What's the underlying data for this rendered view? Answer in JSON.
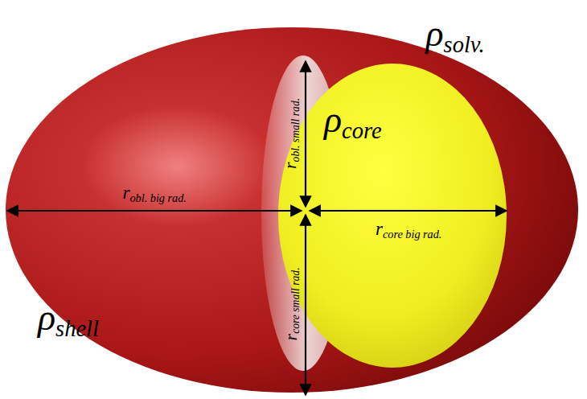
{
  "diagram": {
    "nodes": [
      {
        "text": [
          "ρshell"
        ]
      },
      {
        "text": [
          "ρcore"
        ],
        "in": 0
      }
    ],
    "labels": [
      "ρsolv.",
      "robl. big rad.",
      "robl. small rad.",
      "rcore big rad.",
      "rcore small rad."
    ]
  }
}
